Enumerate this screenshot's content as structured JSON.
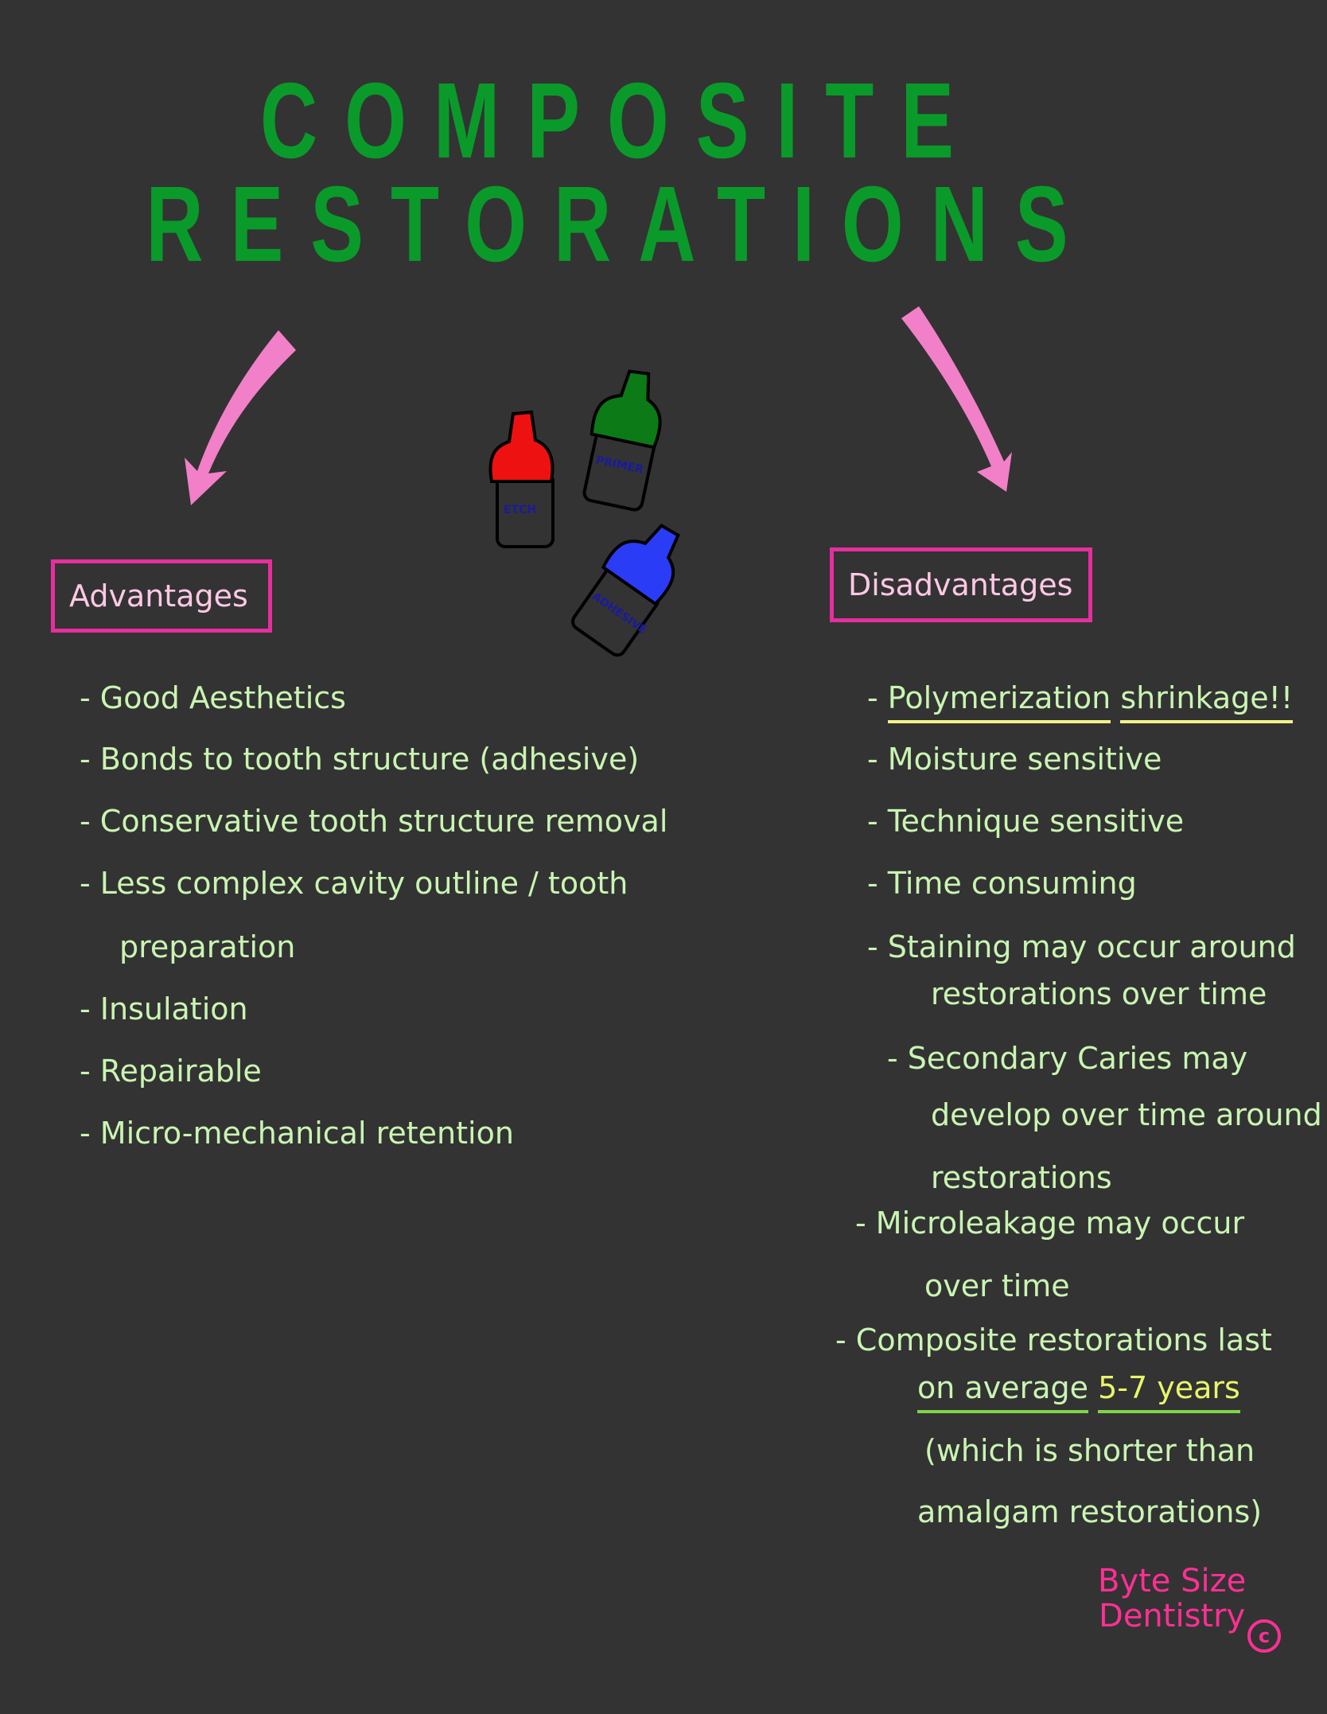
{
  "title": {
    "line1": "COMPOSITE",
    "line2": "RESTORATIONS"
  },
  "bottles": {
    "etch": "ETCH",
    "primer": "PRIMER",
    "adhesive": "ADHESIVE"
  },
  "advantages": {
    "heading": "Advantages",
    "items": [
      "- Good Aesthetics",
      "- Bonds to tooth structure (adhesive)",
      "- Conservative tooth structure removal",
      "- Less complex cavity outline / tooth",
      "preparation",
      "- Insulation",
      "- Repairable",
      "- Micro-mechanical retention"
    ]
  },
  "disadvantages": {
    "heading": "Disadvantages",
    "item1_dash": "- ",
    "item1_a": "Polymerization",
    "item1_b": "shrinkage!!",
    "items": [
      "- Moisture sensitive",
      "- Technique sensitive",
      "- Time consuming",
      "- Staining may occur around",
      "restorations over time",
      "- Secondary Caries may",
      "develop over time around",
      "restorations",
      "- Microleakage may occur",
      "over time",
      "- Composite restorations last"
    ],
    "last_a": "on average",
    "last_b": "5-7 years",
    "tail": [
      "(which is shorter than",
      "amalgam restorations)"
    ]
  },
  "brand": {
    "line1": "Byte Size",
    "line2": "Dentistry",
    "copyright": "c"
  },
  "colors": {
    "background": "#333333",
    "title": "#0a9a2a",
    "accent_pink": "#e62e9f",
    "text_green": "#c9f5b2",
    "highlight_yellow": "#e9f56a",
    "brand_pink": "#ff2f95"
  }
}
